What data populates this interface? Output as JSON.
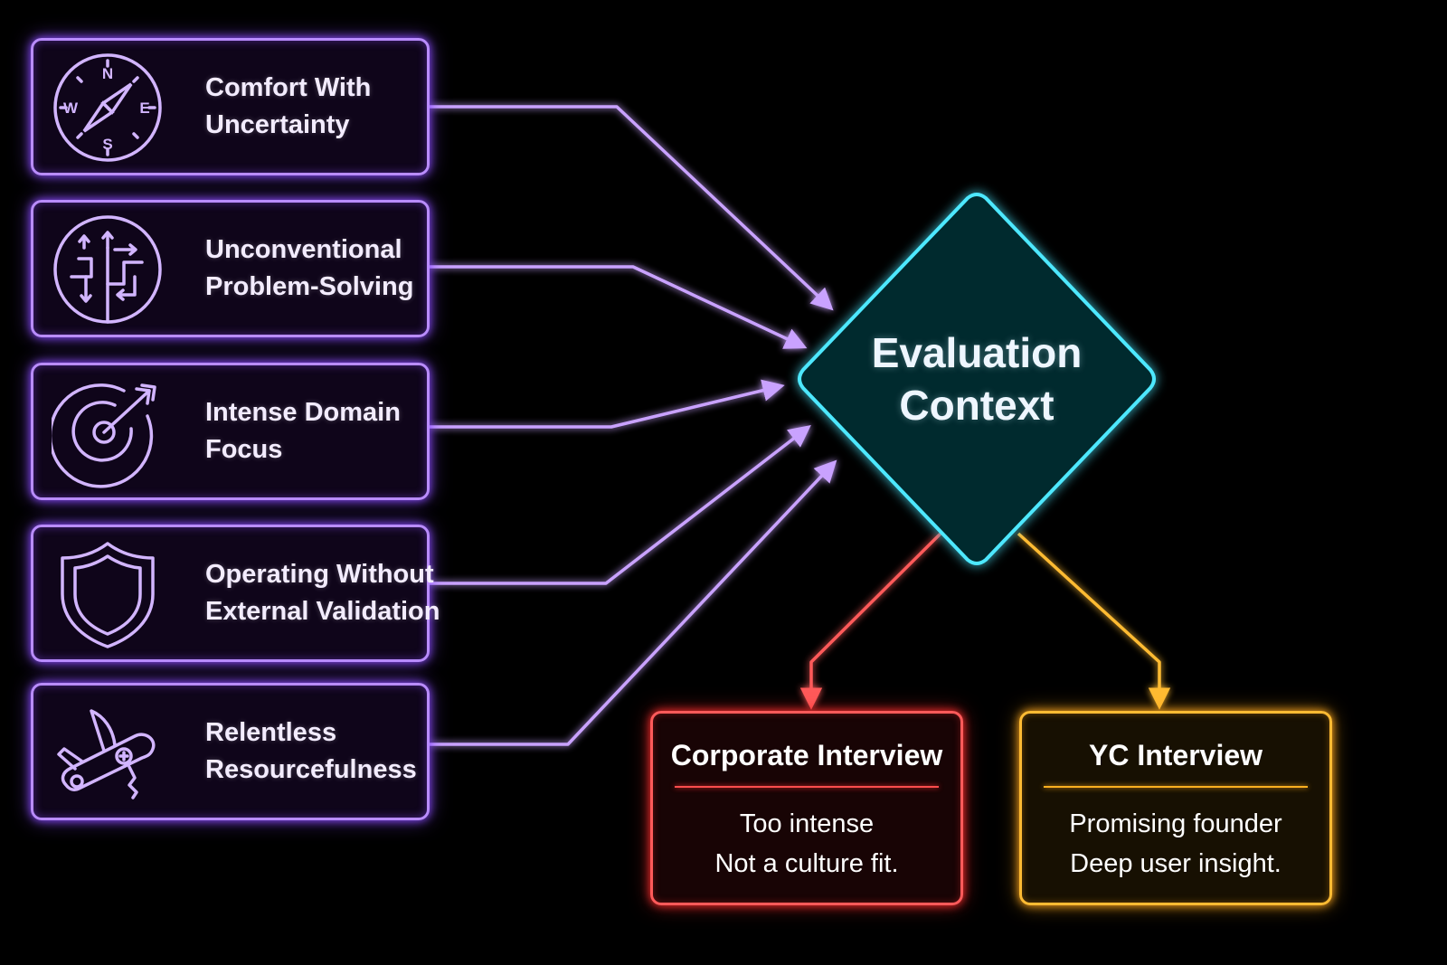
{
  "traits": [
    {
      "icon": "compass-icon",
      "lines": [
        "Comfort With",
        "Uncertainty"
      ],
      "compass_letters": {
        "north": "N",
        "south": "S",
        "east": "E",
        "west": "W"
      }
    },
    {
      "icon": "maze-arrows-icon",
      "lines": [
        "Unconventional",
        "Problem-Solving"
      ]
    },
    {
      "icon": "target-arrow-icon",
      "lines": [
        "Intense Domain",
        "Focus"
      ]
    },
    {
      "icon": "shield-icon",
      "lines": [
        "Operating Without",
        "External Validation"
      ]
    },
    {
      "icon": "pocket-knife-icon",
      "lines": [
        "Relentless",
        "Resourcefulness"
      ]
    }
  ],
  "center": {
    "lines": [
      "Evaluation",
      "Context"
    ],
    "color": "#4de8ff"
  },
  "outcomes": {
    "corporate": {
      "title": "Corporate Interview",
      "lines": [
        "Too intense",
        "Not a culture fit."
      ],
      "color": "#ff4d4d"
    },
    "yc": {
      "title": "YC Interview",
      "lines": [
        "Promising founder",
        "Deep user insight."
      ],
      "color": "#ffb020"
    }
  },
  "colors": {
    "background": "#000000",
    "trait_accent": "#b98cff",
    "center_accent": "#4de8ff",
    "corporate_accent": "#ff4d4d",
    "yc_accent": "#ffb020"
  }
}
